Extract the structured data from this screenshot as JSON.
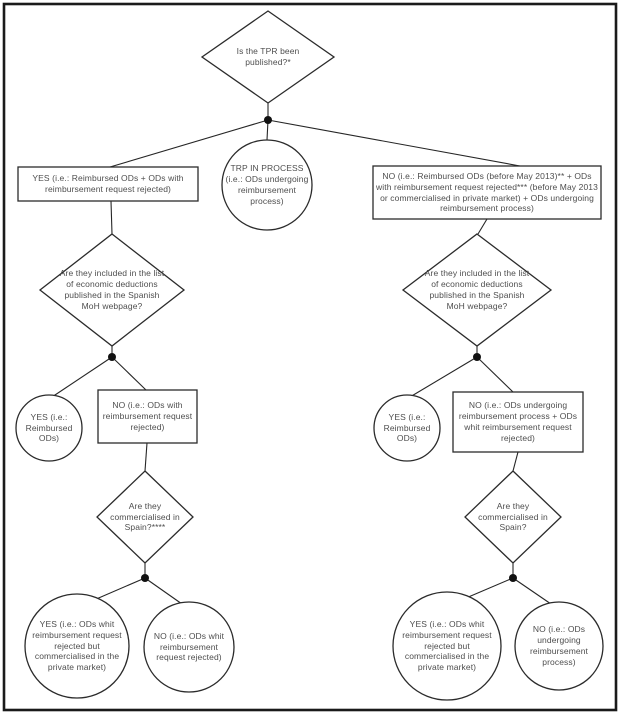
{
  "colors": {
    "background": "#ffffff",
    "line": "#262626",
    "text": "#4e4e4e",
    "junction_dot": "#111111",
    "frame_border": "#1a1a1a"
  },
  "flowchart": {
    "type": "decision-tree",
    "nodes": {
      "root": {
        "shape": "diamond",
        "label": "Is the TPR been published?*"
      },
      "yes_published": {
        "shape": "rect",
        "label": "YES (i.e.: Reimbursed ODs + ODs with reimbursement request rejected)"
      },
      "trp_in_process": {
        "shape": "circle",
        "label": "TRP IN PROCESS (i.e.: ODs undergoing reimbursement process)"
      },
      "no_published": {
        "shape": "rect",
        "label": "NO (i.e.: Reimbursed ODs (before May 2013)** + ODs with reimbursement request rejected*** (before May 2013 or commercialised in private market) + ODs undergoing reimbursement process)"
      },
      "left_deductions": {
        "shape": "diamond",
        "label": "Are they included in the list of economic deductions published in the Spanish MoH webpage?"
      },
      "left_yes_deductions": {
        "shape": "circle",
        "label": "YES (i.e.: Reimbursed ODs)"
      },
      "left_no_deductions": {
        "shape": "rect",
        "label": "NO (i.e.: ODs with reimbursement request rejected)"
      },
      "left_commercialised": {
        "shape": "diamond",
        "label": "Are they commercialised in Spain?****"
      },
      "left_yes_commercialised": {
        "shape": "circle",
        "label": "YES (i.e.: ODs whit reimbursement request rejected but commercialised in the private market)"
      },
      "left_no_commercialised": {
        "shape": "circle",
        "label": "NO (i.e.: ODs whit reimbursement request rejected)"
      },
      "right_deductions": {
        "shape": "diamond",
        "label": "Are they included in the list of economic deductions published in the Spanish MoH webpage?"
      },
      "right_yes_deductions": {
        "shape": "circle",
        "label": "YES (i.e.: Reimbursed ODs)"
      },
      "right_no_deductions": {
        "shape": "rect",
        "label": "NO (i.e.: ODs undergoing reimbursement process + ODs whit reimbursement request rejected)"
      },
      "right_commercialised": {
        "shape": "diamond",
        "label": "Are they commercialised in Spain?"
      },
      "right_yes_commercialised": {
        "shape": "circle",
        "label": "YES (i.e.: ODs whit reimbursement request rejected but commercialised in the private market)"
      },
      "right_no_commercialised": {
        "shape": "circle",
        "label": "NO (i.e.: ODs undergoing reimbursement process)"
      }
    }
  }
}
